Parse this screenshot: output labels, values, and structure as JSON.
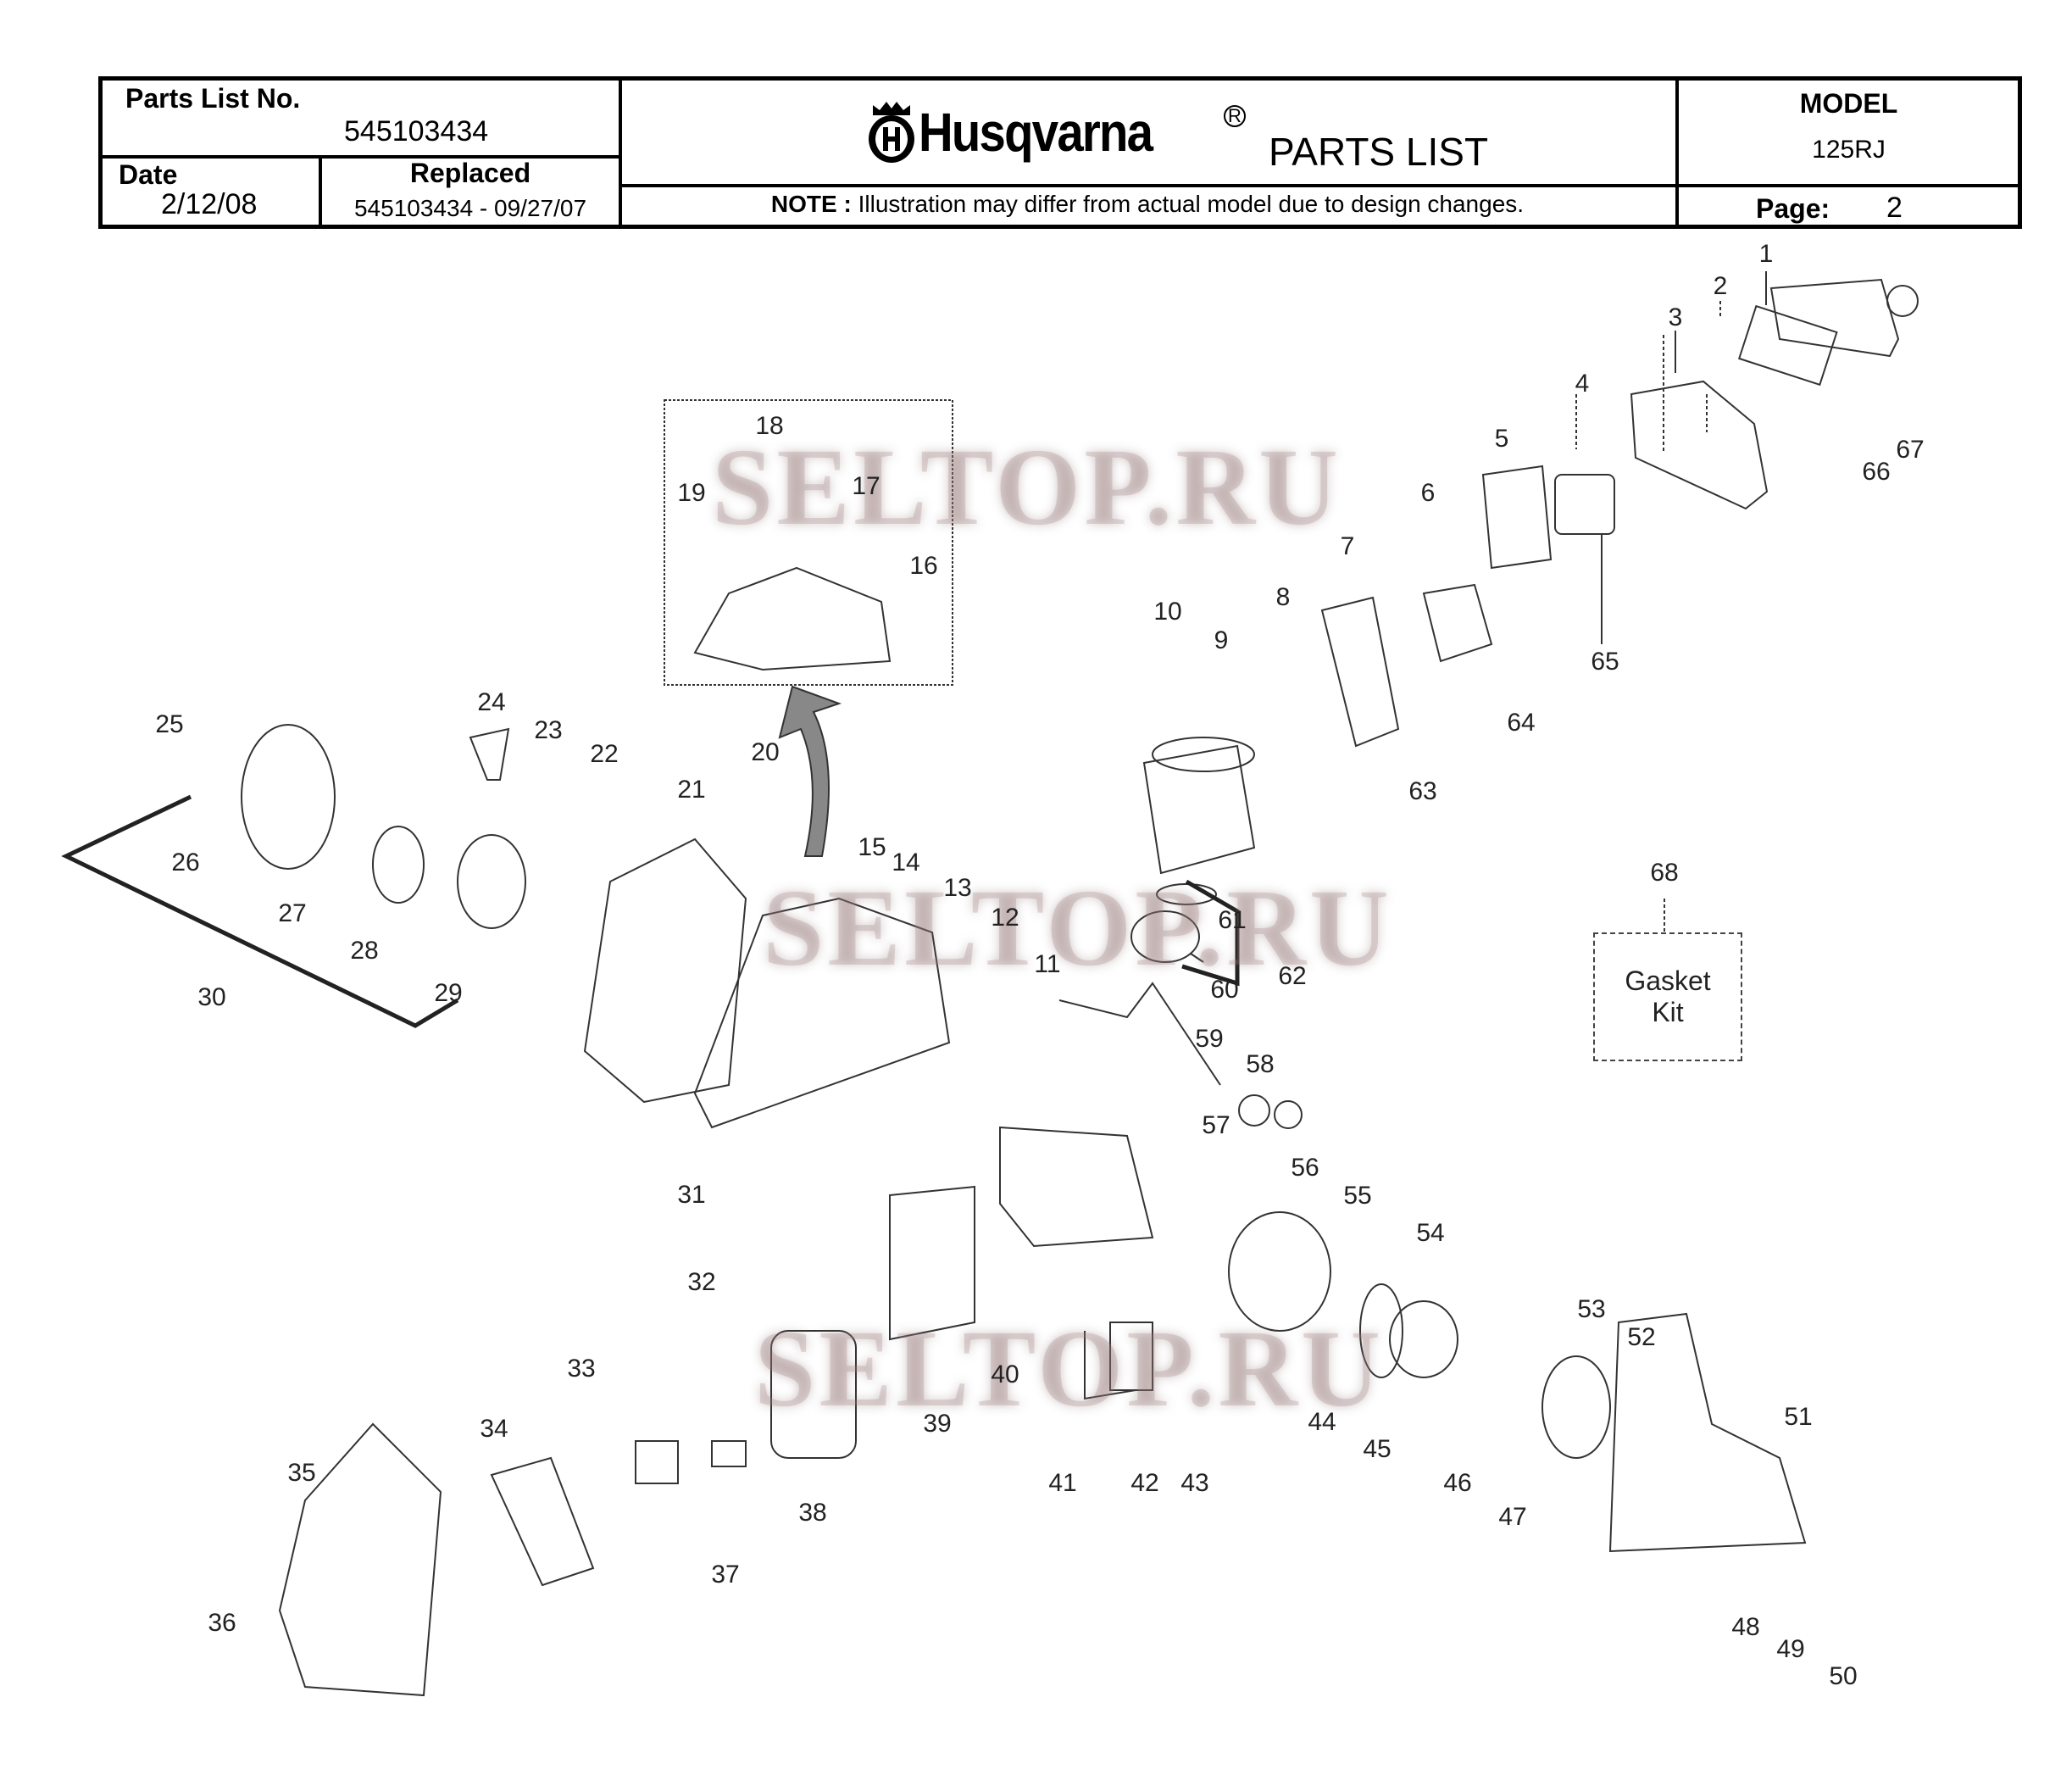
{
  "header": {
    "parts_list_no_label": "Parts List No.",
    "parts_list_no": "545103434",
    "date_label": "Date",
    "date": "2/12/08",
    "replaced_label": "Replaced",
    "replaced": "545103434 - 09/27/07",
    "brand": "Husqvarna",
    "registered_mark": "R",
    "doc_title": "PARTS LIST",
    "note_label": "NOTE :",
    "note_text": "Illustration may differ from actual model due to design changes.",
    "model_label": "MODEL",
    "model": "125RJ",
    "page_label": "Page:",
    "page": "2"
  },
  "watermark": "SELTOP.RU",
  "gasket_kit": {
    "number": "68",
    "line1": "Gasket",
    "line2": "Kit"
  },
  "callouts": [
    "1",
    "2",
    "3",
    "4",
    "5",
    "6",
    "7",
    "8",
    "9",
    "10",
    "11",
    "12",
    "13",
    "14",
    "15",
    "16",
    "17",
    "18",
    "19",
    "20",
    "21",
    "22",
    "23",
    "24",
    "25",
    "26",
    "27",
    "28",
    "29",
    "30",
    "31",
    "32",
    "33",
    "34",
    "35",
    "36",
    "37",
    "38",
    "39",
    "40",
    "41",
    "42",
    "43",
    "44",
    "45",
    "46",
    "47",
    "48",
    "49",
    "50",
    "51",
    "52",
    "53",
    "54",
    "55",
    "56",
    "57",
    "58",
    "59",
    "60",
    "61",
    "62",
    "63",
    "64",
    "65",
    "66",
    "67"
  ]
}
